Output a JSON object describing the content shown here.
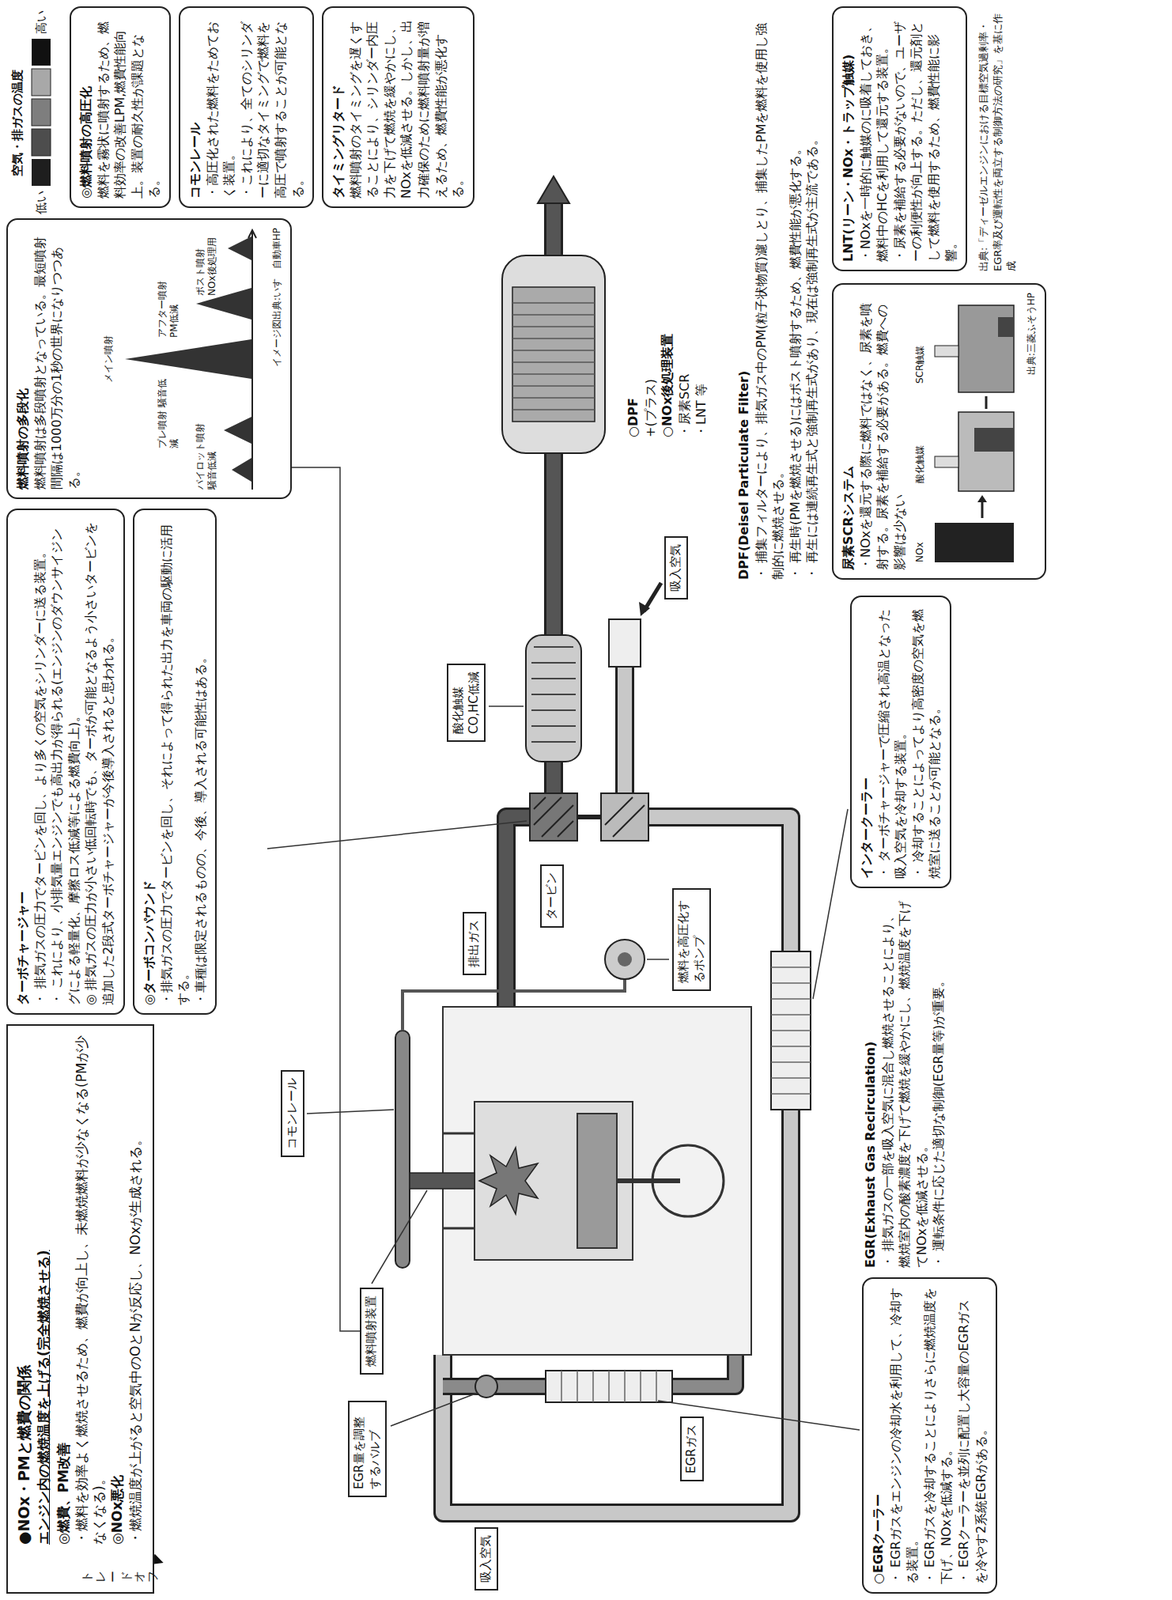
{
  "diagram": {
    "caption": "出典:「ディーゼルエンジンにおける目標空気過剰率・EGR率及び運転性を両立する制御方法の研究」を基に作成",
    "nodes": [
      {
        "text": [
          "●NOx・PMと燃費の関係",
          "エンジン内の燃焼温度を上げる(完全燃焼させる)",
          "◎燃費、PM改善",
          "・燃料を効率よく燃焼させるため、燃費が向上し、未燃焼燃料が少なくなる(PMが少なくなる)。",
          "◎NOx悪化",
          "・燃焼温度が上がると空気中のOとNが反応し、NOxが生成される。",
          "トレードオフ"
        ]
      },
      {
        "text": [
          "ターボチャージャー",
          "・ 排気ガスの圧力でタービンを回し、より多くの空気をシリンダーに送る装置。",
          "・ これにより、小排気量エンジンでも高出力が得られる(エンジンのダウンサイジングによる軽量化、摩擦ロス低減等による燃費向上)。",
          "◎ 排気ガスの圧力が小さい低回転時でも、ターボが可能となるよう小さいタービンを追加した2段式ターボチャージャーが今後導入されると思われる。"
        ]
      },
      {
        "text": [
          "◎ターボコンパウンド",
          "・排気ガスの圧力でタービンを回し、それによって得られた出力を車両の駆動に活用する。",
          "・車種は限定されるものの、今後、導入される可能性はある。"
        ]
      },
      {
        "text": [
          "燃料噴射の多段化",
          "燃料噴射は多段噴射となっている。最短噴射間隔は1000万分の1秒の世界になりつつある。",
          "イメージ図出典:いすゞ自動車HP"
        ]
      },
      {
        "text": [
          "◎燃料噴射の高圧化",
          "燃料を霧状に噴射するため、燃料効率の改善LPM,燃費性能向上。装置の耐久性が課題となる。"
        ]
      },
      {
        "text": [
          "コモンレール",
          "・高圧化された燃料をためておく装置。",
          "・これにより、全てのシリンダーに適切なタイミングで燃料を高圧で噴射することが可能となる。"
        ]
      },
      {
        "text": [
          "タイミングリタード",
          "燃料噴射のタイミングを遅くすることにより、シリンダー内圧力を下げて燃焼を緩やかにし、NOxを低減させる。しかし、出力確保のために燃料噴射量が増えるため、燃費性能が悪化する。"
        ]
      },
      {
        "text": [
          "吸入空気"
        ]
      },
      {
        "text": [
          "EGR量を調整するバルブ"
        ]
      },
      {
        "text": [
          "燃料噴射装置"
        ]
      },
      {
        "text": [
          "EGRガス"
        ]
      },
      {
        "text": [
          "コモンレール"
        ]
      },
      {
        "text": [
          "排出ガス"
        ]
      },
      {
        "text": [
          "燃料を高圧化するポンプ"
        ]
      },
      {
        "text": [
          "タービン"
        ]
      },
      {
        "text": [
          "酸化触媒",
          "CO,HC低減"
        ]
      },
      {
        "text": [
          "吸入空気"
        ]
      },
      {
        "text": [
          "○EGRクーラー",
          "・ EGRガスをエンジンの冷却水を利用して、冷却する装置。",
          "・ EGRガスを冷却することによりさらに燃焼温度を下げ、NOxを低減する。",
          "・ EGRクーラーを並列に配置し大容量のEGRガスを冷やす2系統EGRがある。"
        ]
      },
      {
        "text": [
          "インタークーラー",
          "・ ターボチャージャーで圧縮され高温となった吸入空気を冷却する装置。",
          "・ 冷却することによってより高密度の空気を燃焼室に送ることが可能となる。"
        ]
      },
      {
        "text": [
          "尿素SCRシステム",
          "・NOxを還元する際に燃料ではなく、尿素を噴射する。尿素を補給する必要がある。燃費への影響は少ない",
          "出典:三菱ふそうHP"
        ]
      },
      {
        "text": [
          "LNT(リーン・NOx・トラップ触媒)",
          "・NOxを一時的に触媒のに吸着しておき、燃料中のHCを利用して還元する装置。",
          "・尿素を補給する必要がないので、ユーザーの利便性が向上する。ただし、還元剤として燃料を使用するため、燃費性能に影響。"
        ]
      }
    ],
    "edges": [
      {
        "from": 3,
        "to": 9,
        "arrow": "none"
      }
    ],
    "labels": [
      "パイロット噴射 騒音低減",
      "プレ噴射 騒音低減",
      "メイン噴射",
      "アフター噴射 PM低減",
      "ポスト噴射 NOx後処理用",
      "○DPF",
      "+(プラス)",
      "○NOx後処理装置",
      "・尿素SCR",
      "・LNT 等",
      "DPF(Deisel Particulate Filter)",
      "・ 捕集フィルターにより、排気ガス中のPM(粒子状物質)濾しとり、捕集したPMを燃料を使用し強制的に燃焼させる。",
      "・ 再生時(PMを燃焼させる)にはポスト噴射するため、燃費性能が悪化する。",
      "・ 再生には連続再生式と強制再生式があり、現在は強制再生式が主流である。",
      "EGR(Exhaust Gas Recirculation)",
      "・ 排気ガスの一部を吸入空気に混合し燃焼させることにより、燃焼室内の酸素濃度を下げて燃焼を緩やかにし、燃焼温度を下げてNOxを低減させる。",
      "・ 運転条件に応じた適切な制御(EGR量等)が重要。",
      "空気・排ガスの温度",
      "NOx",
      "酸化触媒",
      "SCR触媒"
    ],
    "legend": [
      {
        "text": "低い",
        "color": "#1e1e1e"
      },
      {
        "text": "高い",
        "color": "#111111"
      }
    ]
  }
}
